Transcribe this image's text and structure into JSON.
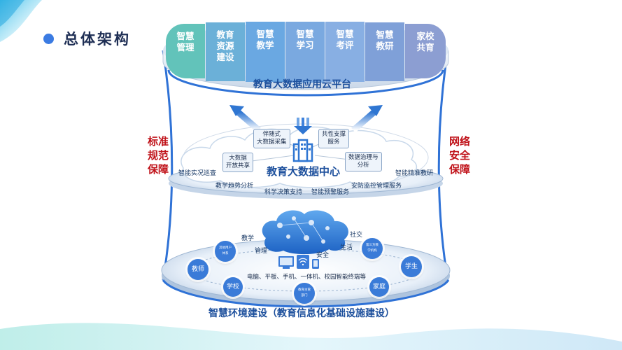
{
  "page_title": "总体架构",
  "left_guarantee": "标准规范保障",
  "right_guarantee": "网络安全保障",
  "top_layer": {
    "title": "教育大数据应用云平台",
    "segments": [
      "智慧管理",
      "教育资源建设",
      "智慧教学",
      "智慧学习",
      "智慧考评",
      "智慧教研",
      "家校共育"
    ],
    "segment_colors": [
      "#62c3ba",
      "#6bb0d8",
      "#6aa8e2",
      "#7aa9e0",
      "#88afe3",
      "#7fa0d8",
      "#8c9ed2"
    ]
  },
  "middle_layer": {
    "center_title": "教育大数据中心",
    "boxes": [
      "伴随式\n大数据采集",
      "共性支撑\n服务",
      "大数据\n开放共享",
      "数据治理与\n分析"
    ],
    "labels": [
      "智能实况巡查",
      "智能精准教研",
      "教学趋势分析",
      "安防监控管理服务",
      "科学决策支持",
      "智能预警服务"
    ]
  },
  "bottom_layer": {
    "title": "智慧环境建设（教育信息化基础设施建设）",
    "cloud_labels": [
      "教学",
      "社交",
      "管理",
      "生活",
      "安全"
    ],
    "devices_text": "电脑、平板、手机、一体机、校园智能终端等",
    "nodes": [
      "教师",
      "学生",
      "学校",
      "家庭",
      "其他用户\n体系",
      "第三方教\n学机构",
      "教育主管\n部门"
    ]
  }
}
